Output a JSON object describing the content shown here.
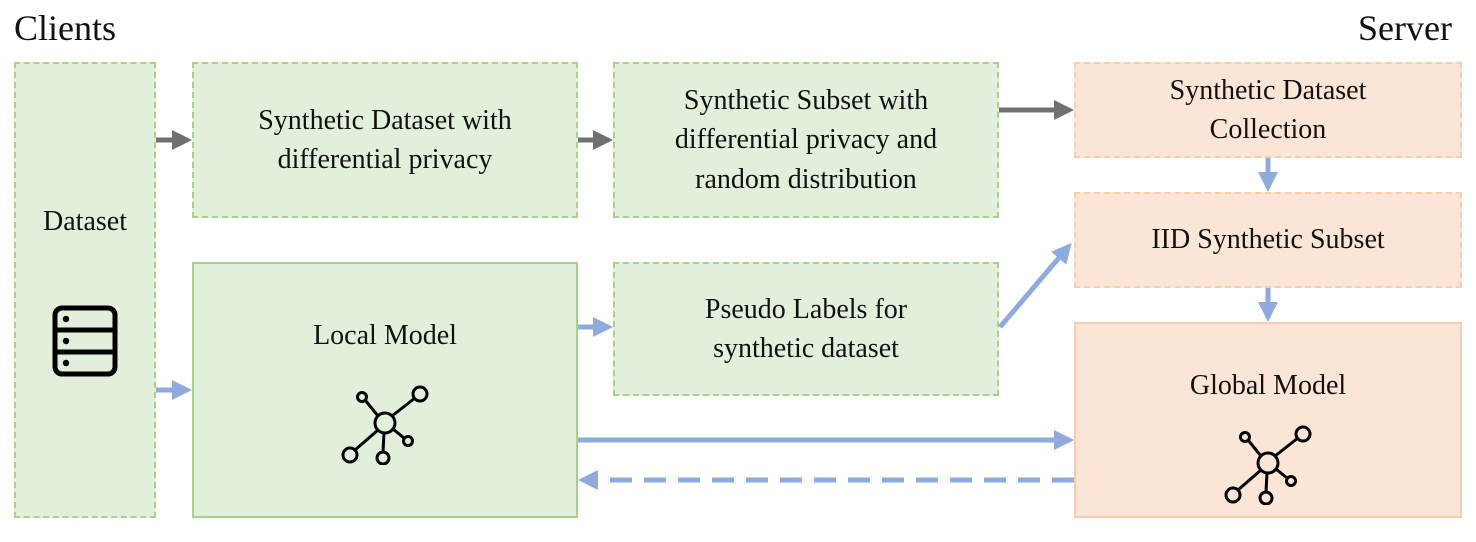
{
  "headers": {
    "clients": "Clients",
    "server": "Server"
  },
  "client": {
    "dataset": {
      "label": "Dataset",
      "icon": "database-icon"
    },
    "synthetic_dataset": {
      "label": "Synthetic Dataset with\ndifferential privacy"
    },
    "synthetic_subset": {
      "label": "Synthetic Subset with\ndifferential privacy and\nrandom distribution"
    },
    "local_model": {
      "label": "Local Model",
      "icon": "network-icon"
    },
    "pseudo_labels": {
      "label": "Pseudo Labels for\nsynthetic dataset"
    }
  },
  "server": {
    "collection": {
      "label": "Synthetic Dataset\nCollection"
    },
    "iid_subset": {
      "label": "IID Synthetic Subset"
    },
    "global_model": {
      "label": "Global Model",
      "icon": "network-icon"
    }
  },
  "colors": {
    "client_fill": "#e2efda",
    "client_border": "#a9d18e",
    "server_fill": "#fbe5d6",
    "server_border": "#f8cbad",
    "arrow_gray": "#707070",
    "arrow_blue": "#8faadc"
  }
}
